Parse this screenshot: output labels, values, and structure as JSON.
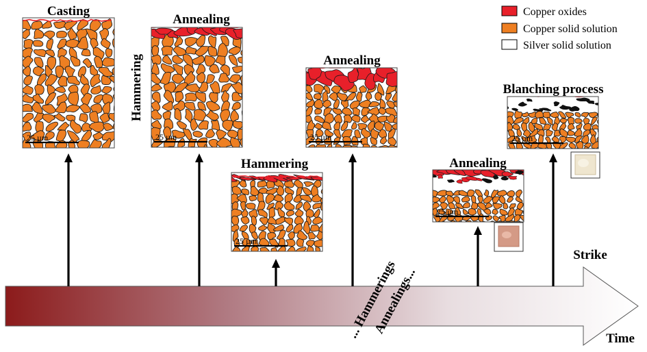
{
  "legend": [
    {
      "label": "Copper oxides",
      "color": "#e8202a"
    },
    {
      "label": "Copper solid solution",
      "color": "#ee7f22"
    },
    {
      "label": "Silver solid solution",
      "color": "#ffffff"
    }
  ],
  "colors": {
    "outline": "#1a1a1a",
    "timeline_dark": "#8c1b1b",
    "timeline_light": "#ffffff"
  },
  "stages": [
    {
      "title": "Casting",
      "scale": "25 µm"
    },
    {
      "title": "Annealing",
      "scale": "25 µm"
    },
    {
      "title": "Hammering",
      "scale": "25 µm"
    },
    {
      "title": "Annealing",
      "scale": "25 µm"
    },
    {
      "title": "Annealing",
      "scale": "25 µm"
    },
    {
      "title": "Blanching process",
      "scale": "25 µm"
    }
  ],
  "side_label": "Hammering",
  "diagonal_labels": [
    "... Hammerings",
    "Annealings..."
  ],
  "strike_label": "Strike",
  "time_label": "Time"
}
